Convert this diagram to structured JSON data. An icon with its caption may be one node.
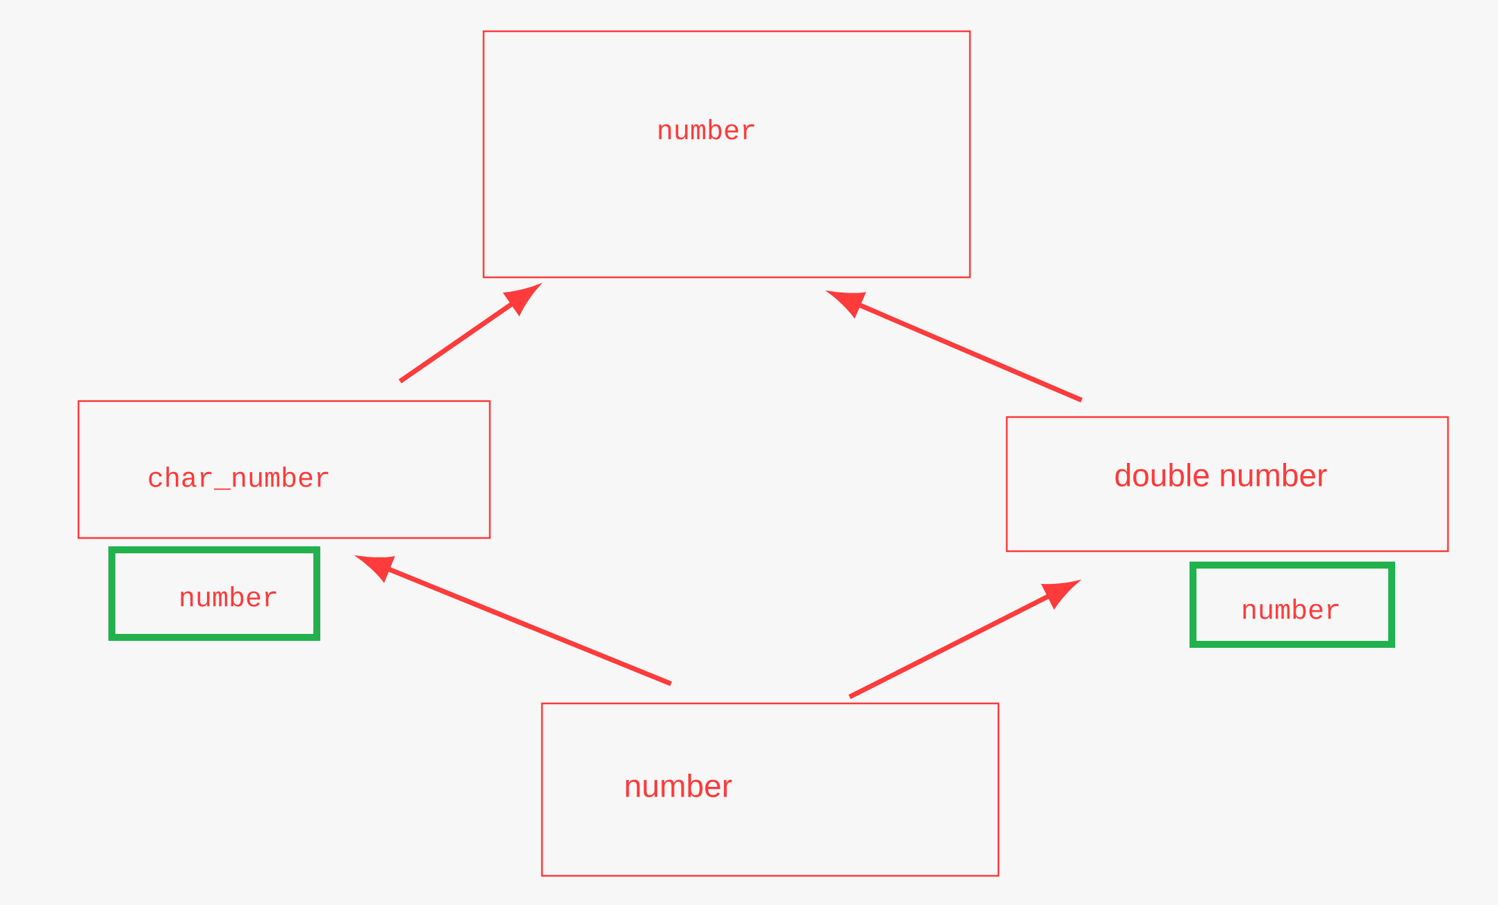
{
  "diagram": {
    "nodes": [
      {
        "text": [
          "number"
        ]
      },
      {
        "text": [
          "char_number"
        ]
      },
      {
        "text": [
          "double number"
        ]
      },
      {
        "text": [
          "number"
        ]
      },
      {
        "text": [
          "number"
        ]
      },
      {
        "text": [
          "number"
        ]
      }
    ],
    "edges": [
      {
        "from": 1,
        "to": 0,
        "arrow": "to"
      },
      {
        "from": 2,
        "to": 0,
        "arrow": "to"
      },
      {
        "from": 5,
        "to": 1,
        "arrow": "to"
      },
      {
        "from": 5,
        "to": 2,
        "arrow": "to"
      }
    ]
  }
}
